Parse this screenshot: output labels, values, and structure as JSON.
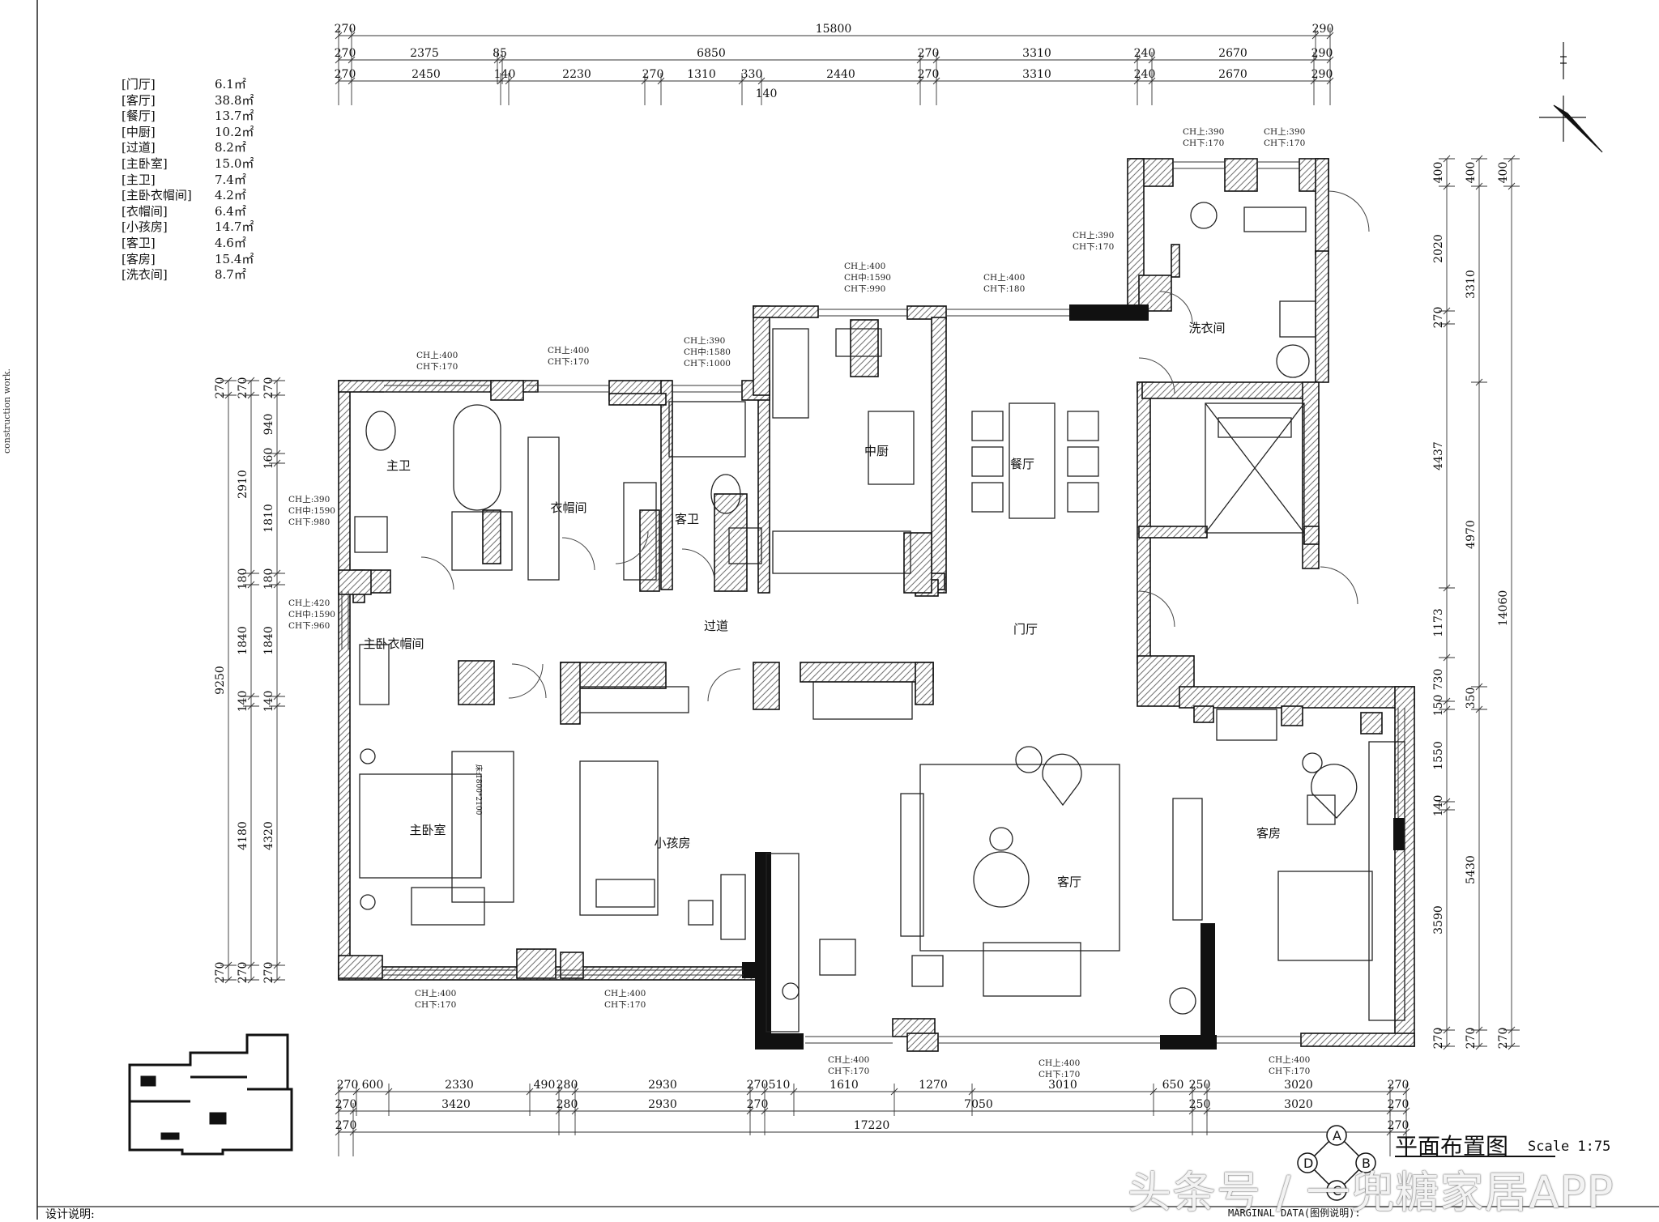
{
  "area_table": [
    {
      "name": "[门厅]",
      "area": "6.1㎡"
    },
    {
      "name": "[客厅]",
      "area": "38.8㎡"
    },
    {
      "name": "[餐厅]",
      "area": "13.7㎡"
    },
    {
      "name": "[中厨]",
      "area": "10.2㎡"
    },
    {
      "name": "[过道]",
      "area": "8.2㎡"
    },
    {
      "name": "[主卧室]",
      "area": "15.0㎡"
    },
    {
      "name": "[主卫]",
      "area": "7.4㎡"
    },
    {
      "name": "[主卧衣帽间]",
      "area": "4.2㎡"
    },
    {
      "name": "[衣帽间]",
      "area": "6.4㎡"
    },
    {
      "name": "[小孩房]",
      "area": "14.7㎡"
    },
    {
      "name": "[客卫]",
      "area": "4.6㎡"
    },
    {
      "name": "[客房]",
      "area": "15.4㎡"
    },
    {
      "name": "[洗衣间]",
      "area": "8.7㎡"
    }
  ],
  "rooms": {
    "master_bath": "主卫",
    "closet": "衣帽间",
    "guest_bath": "客卫",
    "kitchen": "中厨",
    "dining": "餐厅",
    "laundry": "洗衣间",
    "corridor": "过道",
    "foyer": "门厅",
    "master_closet": "主卧衣帽间",
    "master_bedroom": "主卧室",
    "kids_room": "小孩房",
    "living": "客厅",
    "guest_room": "客房"
  },
  "bed_label": "床:1800*2100",
  "window_notes": {
    "n1": "CH上:400|CH下:170",
    "n2": "CH上:400|CH下:170",
    "n3": "CH上:390|CH中:1580|CH下:1000",
    "n4": "CH上:400|CH中:1590|CH下:990",
    "n5": "CH上:400|CH下:180",
    "n6": "CH上:390|CH下:170",
    "n7": "CH上:390|CH下:170",
    "n8": "CH上:390|CH下:170",
    "n9": "CH上:390|CH中:1590|CH下:980",
    "n10": "CH上:420|CH中:1590|CH下:960",
    "n11": "CH上:400|CH下:170",
    "n12": "CH上:400|CH下:170",
    "n13": "CH上:400|CH下:170",
    "n14": "CH上:400|CH下:170",
    "n15": "CH上:400|CH下:170"
  },
  "dims_top": {
    "row1": [
      "270",
      "15800",
      "290"
    ],
    "row2": [
      "270",
      "2375",
      "85",
      "6850",
      "270",
      "3310",
      "240",
      "2670",
      "290"
    ],
    "row3": [
      "270",
      "2450",
      "140",
      "2230",
      "270",
      "1310",
      "330",
      "2440",
      "270",
      "3310",
      "240",
      "2670",
      "290"
    ],
    "extra": "140"
  },
  "dims_bottom": {
    "row1": [
      "270",
      "600",
      "2330",
      "490",
      "280",
      "2930",
      "270",
      "510",
      "1610",
      "1270",
      "3010",
      "650",
      "250",
      "3020",
      "270"
    ],
    "row2": [
      "270",
      "3420",
      "280",
      "2930",
      "270",
      "7050",
      "250",
      "3020",
      "270"
    ],
    "row3": [
      "270",
      "17220",
      "270"
    ]
  },
  "dims_left": {
    "row1": [
      "270",
      "9250",
      "270"
    ],
    "row2": [
      "270",
      "2910",
      "180",
      "1840",
      "140",
      "4180",
      "270"
    ],
    "row3": [
      "270",
      "940",
      "160",
      "1810",
      "180",
      "1840",
      "140",
      "4320",
      "270"
    ]
  },
  "dims_right": {
    "row1": [
      "400",
      "2020",
      "270",
      "4437",
      "1173",
      "730",
      "150",
      "1550",
      "140",
      "3590",
      "270"
    ],
    "row2": [
      "400",
      "3310",
      "4970",
      "350",
      "5430",
      "270"
    ],
    "row3": [
      "400",
      "14060",
      "270"
    ]
  },
  "title": "平面布置图",
  "scale": "Scale 1:75",
  "compass_letters": [
    "A",
    "B",
    "C",
    "D"
  ],
  "watermark": "头条号 / 一兜糖家居APP",
  "side_note": "construction work.",
  "footer_left": "设计说明:",
  "footer_right": "MARGINAL DATA(图例说明):",
  "colors": {
    "wall": "#111111",
    "hatch": "#8a8a8a",
    "line": "#222222"
  }
}
